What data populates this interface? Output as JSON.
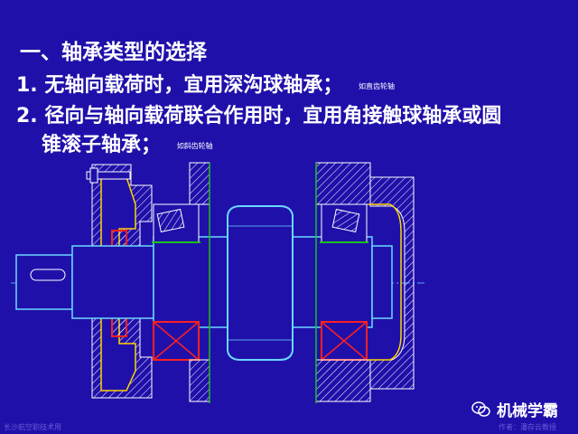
{
  "slide": {
    "heading": "一、轴承类型的选择",
    "item1": {
      "text": "1. 无轴向载荷时，宜用深沟球轴承；",
      "note": "如直齿轮轴"
    },
    "item2": {
      "line1": "2. 径向与轴向载荷联合作用时，宜用角接触球轴承或圆",
      "line2": "锥滚子轴承；",
      "note": "如斜齿轮轴"
    }
  },
  "watermark": {
    "text": "机械学霸",
    "icon": "wechat-icon"
  },
  "footer": {
    "left": "长沙航空职技术用",
    "right": "作者：潘存云教授"
  },
  "colors": {
    "background": "#2010aa",
    "text": "#ffffff",
    "outline": "#ffffff",
    "hatch": "#ffffff",
    "bearing_highlight": "#ff2020",
    "seal": "#ff2020",
    "yellow": "#ffd400",
    "green": "#19c219",
    "cyan": "#6ad7ff"
  }
}
